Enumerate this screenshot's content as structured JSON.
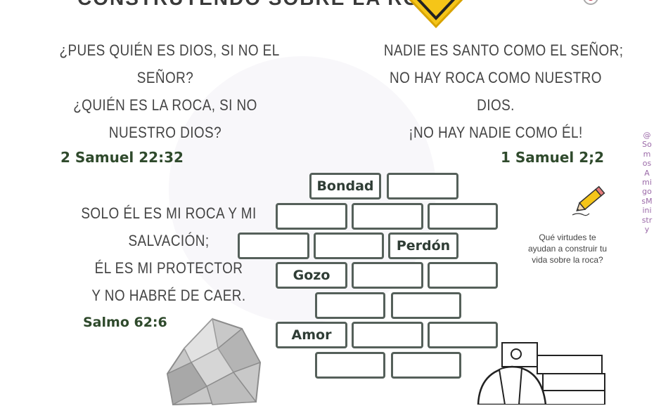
{
  "title": "CONSTRUYENDO SOBRE LA ROCA:",
  "verses": {
    "top_left": {
      "lines": [
        "¿PUES QUIÉN ES DIOS, SI NO EL",
        "SEÑOR?",
        "¿QUIÉN ES LA ROCA, SI NO",
        "NUESTRO DIOS?"
      ],
      "reference": "2 Samuel 22:32"
    },
    "top_right": {
      "lines": [
        "NADIE ES SANTO COMO EL SEÑOR;",
        "NO HAY ROCA COMO NUESTRO",
        "DIOS.",
        "¡NO HAY NADIE COMO ÉL!"
      ],
      "reference": "1 Samuel 2;2"
    },
    "middle_left": {
      "lines": [
        "SOLO ÉL ES MI ROCA Y MI",
        "SALVACIÓN;",
        "ÉL ES MI PROTECTOR",
        "Y NO HABRÉ DE CAER."
      ],
      "reference": "Salmo 62:6"
    }
  },
  "bricks": {
    "bondad": "Bondad",
    "perdon": "Perdón",
    "gozo": "Gozo",
    "amor": "Amor"
  },
  "question": "Qué virtudes te ayudan a construir tu vida sobre la roca?",
  "vertical_text": "@SomosAmigosMinistry",
  "colors": {
    "reference_green": "#2f4a2c",
    "brick_border": "#55605a",
    "sign_yellow": "#f5c518",
    "vertical_purple": "#9b6aa8"
  }
}
